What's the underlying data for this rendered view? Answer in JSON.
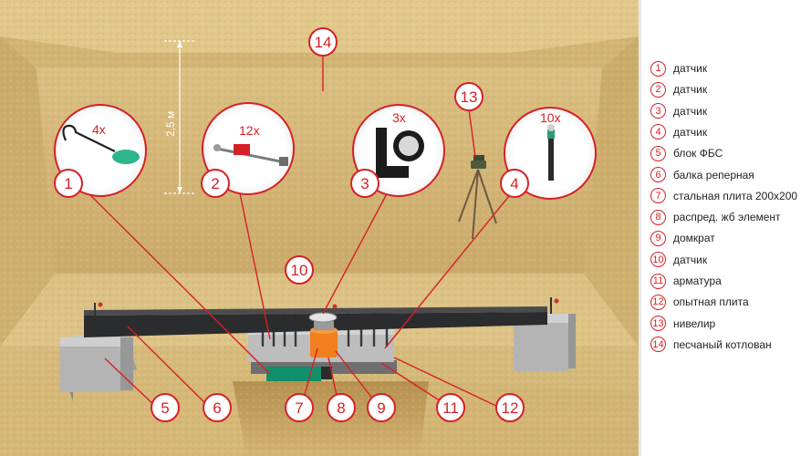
{
  "depth_label": "2,5 м",
  "markers": [
    {
      "id": "1",
      "label": "1"
    },
    {
      "id": "2",
      "label": "2"
    },
    {
      "id": "3",
      "label": "3"
    },
    {
      "id": "4",
      "label": "4"
    },
    {
      "id": "5",
      "label": "5"
    },
    {
      "id": "6",
      "label": "6"
    },
    {
      "id": "7",
      "label": "7"
    },
    {
      "id": "8",
      "label": "8"
    },
    {
      "id": "9",
      "label": "9"
    },
    {
      "id": "10",
      "label": "10"
    },
    {
      "id": "11",
      "label": "11"
    },
    {
      "id": "12",
      "label": "12"
    },
    {
      "id": "13",
      "label": "13"
    },
    {
      "id": "14",
      "label": "14"
    }
  ],
  "callouts": [
    {
      "id": "1",
      "count": "4x"
    },
    {
      "id": "2",
      "count": "12x"
    },
    {
      "id": "3",
      "count": "3x"
    },
    {
      "id": "4",
      "count": "10x"
    }
  ],
  "legend": [
    {
      "num": "1",
      "text": "датчик"
    },
    {
      "num": "2",
      "text": "датчик"
    },
    {
      "num": "3",
      "text": "датчик"
    },
    {
      "num": "4",
      "text": "датчик"
    },
    {
      "num": "5",
      "text": "блок ФБС"
    },
    {
      "num": "6",
      "text": "балка реперная"
    },
    {
      "num": "7",
      "text": "стальная плита 200х200"
    },
    {
      "num": "8",
      "text": "распред. жб элемент"
    },
    {
      "num": "9",
      "text": "домкрат"
    },
    {
      "num": "10",
      "text": "датчик"
    },
    {
      "num": "11",
      "text": "арматура"
    },
    {
      "num": "12",
      "text": "опытная плита"
    },
    {
      "num": "13",
      "text": "нивелир"
    },
    {
      "num": "14",
      "text": "песчаный котлован"
    }
  ],
  "colors": {
    "accent": "#d62027",
    "sand": "#d9bf82",
    "beam": "#2e2f30",
    "concrete": "#b9b9b9",
    "jack": "#f07f1e"
  }
}
